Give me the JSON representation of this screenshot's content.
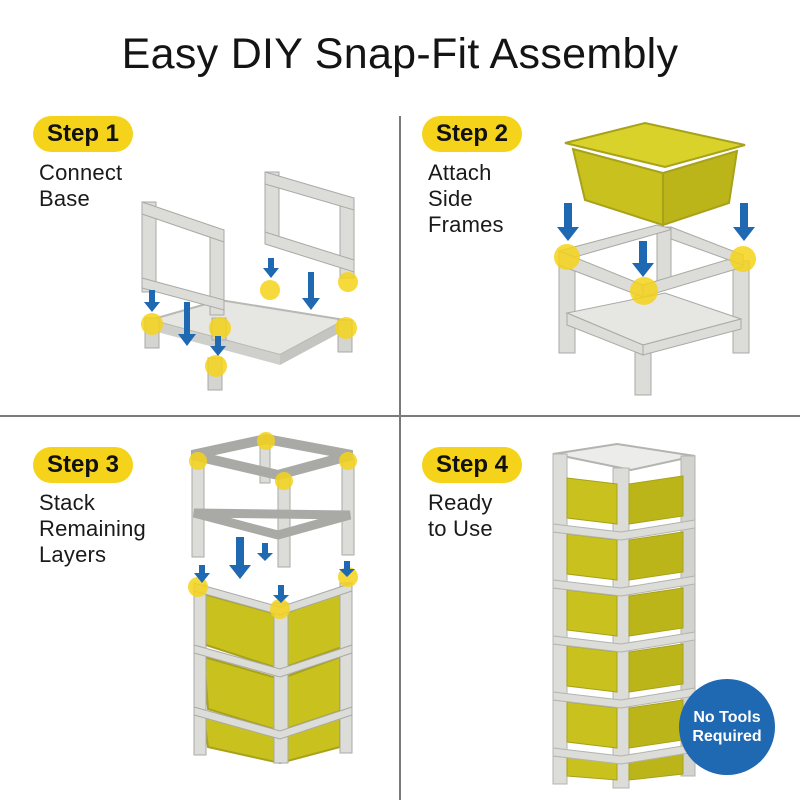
{
  "title": "Easy DIY Snap-Fit Assembly",
  "steps": [
    {
      "badge": "Step 1",
      "lines": [
        "Connect",
        "Base"
      ]
    },
    {
      "badge": "Step 2",
      "lines": [
        "Attach",
        "Side",
        "Frames"
      ]
    },
    {
      "badge": "Step 3",
      "lines": [
        "Stack",
        "Remaining",
        "Layers"
      ]
    },
    {
      "badge": "Step 4",
      "lines": [
        "Ready",
        "to Use"
      ]
    }
  ],
  "seal": {
    "lines": [
      "No Tools",
      "Required"
    ]
  },
  "colors": {
    "accent": "#f5d31a",
    "bin": "#c9c21e",
    "frame": "#d9d9d6",
    "arrow": "#1f68b2",
    "seal": "#1f68b2"
  },
  "icons": [
    "arrow-down-icon",
    "connector-highlight-icon"
  ]
}
